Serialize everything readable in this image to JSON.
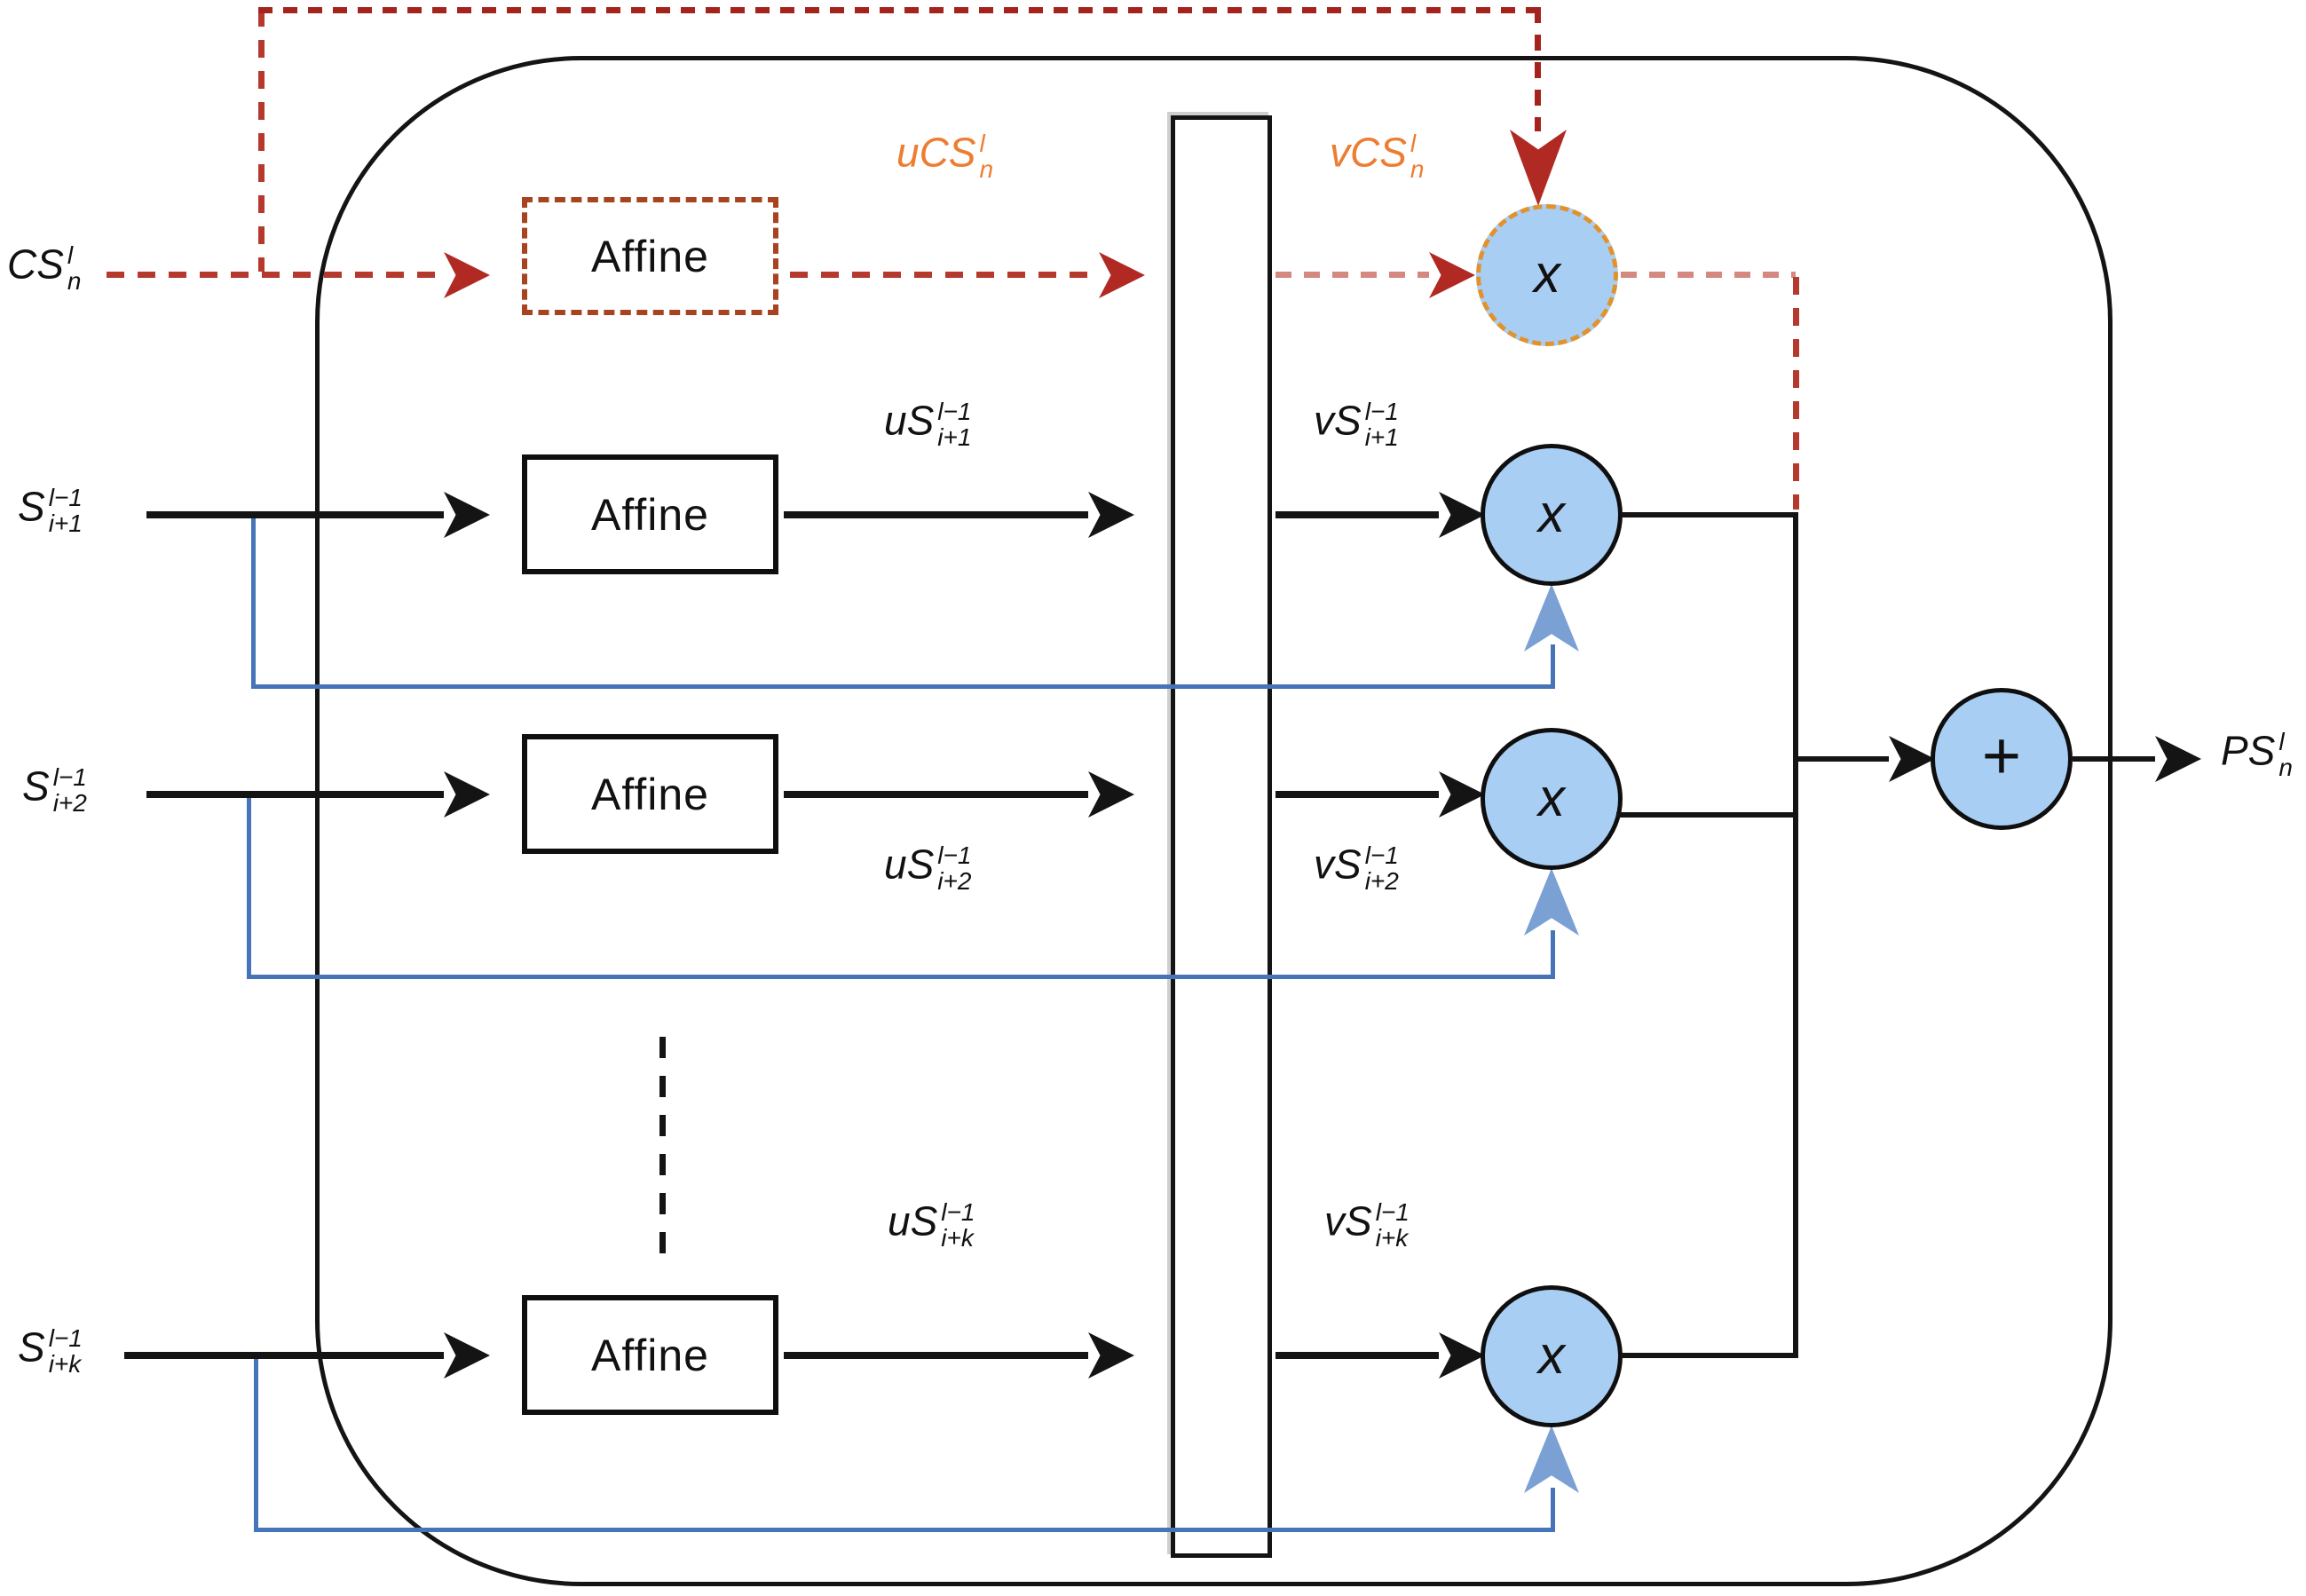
{
  "diagram": {
    "context": {
      "input": {
        "base": "CS",
        "sup": "l",
        "sub": "n"
      },
      "u_label": {
        "base": "uCS",
        "sup": "l",
        "sub": "n"
      },
      "v_label": {
        "base": "vCS",
        "sup": "l",
        "sub": "n"
      },
      "affine_label": "Affine",
      "multiply_label": "x"
    },
    "rows": [
      {
        "input": {
          "base": "S",
          "sup": "l−1",
          "sub": "i+1"
        },
        "u_label": {
          "base": "uS",
          "sup": "l−1",
          "sub": "i+1"
        },
        "v_label": {
          "base": "vS",
          "sup": "l−1",
          "sub": "i+1"
        },
        "affine_label": "Affine",
        "multiply_label": "x"
      },
      {
        "input": {
          "base": "S",
          "sup": "l−1",
          "sub": "i+2"
        },
        "u_label": {
          "base": "uS",
          "sup": "l−1",
          "sub": "i+2"
        },
        "v_label": {
          "base": "vS",
          "sup": "l−1",
          "sub": "i+2"
        },
        "affine_label": "Affine",
        "multiply_label": "x"
      },
      {
        "input": {
          "base": "S",
          "sup": "l−1",
          "sub": "i+k"
        },
        "u_label": {
          "base": "uS",
          "sup": "l−1",
          "sub": "i+k"
        },
        "v_label": {
          "base": "vS",
          "sup": "l−1",
          "sub": "i+k"
        },
        "affine_label": "Affine",
        "multiply_label": "x"
      }
    ],
    "sum_label": "+",
    "output": {
      "base": "PS",
      "sup": "l",
      "sub": "n"
    },
    "colors": {
      "node_fill": "#a9cef3",
      "blue_line": "#4674b8",
      "blue_arrow": "#7aa0d4",
      "red_dashed": "#b5392c",
      "pink_dashed": "#d4887f",
      "dark_red": "#a5231d",
      "orange_label": "#ed7d31",
      "orange_dash": "#e0922f",
      "rust_dash_box": "#a8431f",
      "line_black": "#141414"
    }
  }
}
